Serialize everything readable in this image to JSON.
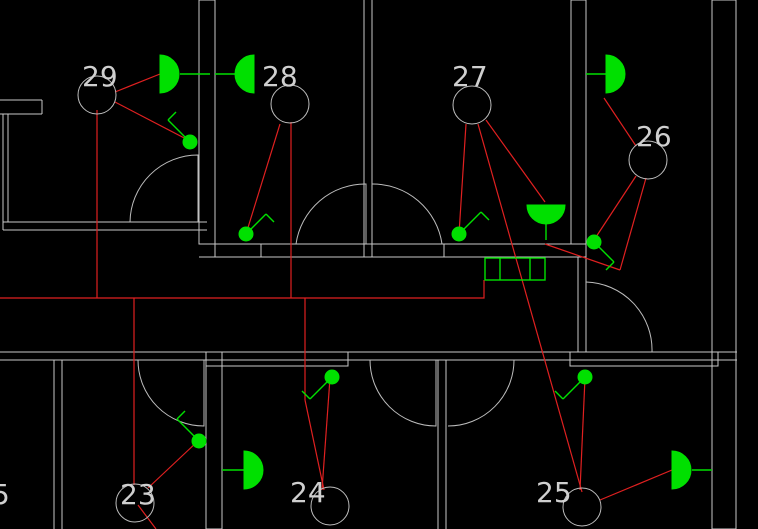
{
  "labels": {
    "d29": "29",
    "d28": "28",
    "d27": "27",
    "d26": "26",
    "d25": "25",
    "d24": "24",
    "d23": "23",
    "edge": "5"
  },
  "colors": {
    "background": "#000000",
    "walls": "#c8c8c8",
    "wiring": "#e02020",
    "fixtures": "#00e000"
  }
}
